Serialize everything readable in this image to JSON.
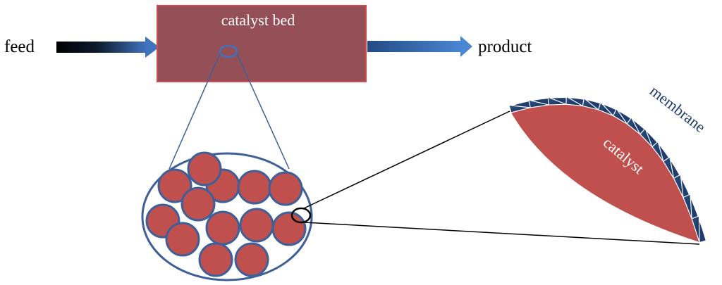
{
  "labels": {
    "feed": "feed",
    "catalyst_bed": "catalyst  bed",
    "product": "product",
    "membrane": "membrane",
    "catalyst": "catalyst"
  },
  "colors": {
    "reactor_fill": "#944f57",
    "reactor_border": "#d24a4c",
    "particle_fill": "#c0504d",
    "particle_border": "#3e5f98",
    "membrane": "#1f3d6e",
    "arrow_blue": "#3f73bd",
    "line_black": "#000000"
  },
  "icons": {
    "feed_arrow": "arrow-right-icon",
    "product_arrow": "arrow-right-icon"
  }
}
